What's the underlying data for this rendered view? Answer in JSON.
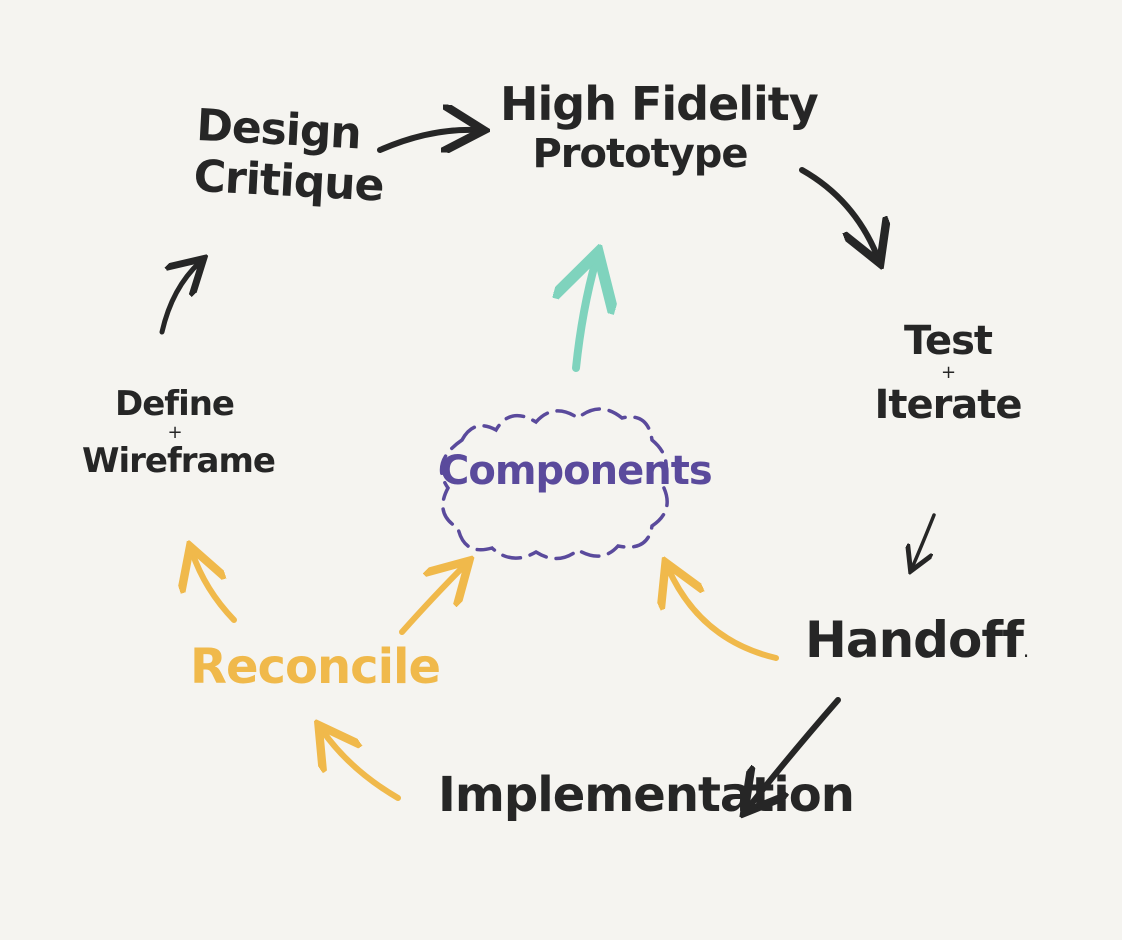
{
  "diagram": {
    "nodes": {
      "design_critique": {
        "line1": "Design",
        "line2": "Critique"
      },
      "high_fidelity": {
        "line1": "High Fidelity",
        "line2": "Prototype"
      },
      "test_iterate": {
        "line1": "Test",
        "plus": "+",
        "line2": "Iterate"
      },
      "handoff": {
        "label": "Handoff",
        "dot": "."
      },
      "implementation": {
        "label": "Implementation"
      },
      "reconcile": {
        "label": "Reconcile"
      },
      "define_wireframe": {
        "line1": "Define",
        "plus": "+",
        "line2": "Wireframe"
      },
      "components": {
        "label": "Components"
      }
    },
    "colors": {
      "background": "#f5f4f0",
      "ink": "#262626",
      "reconcile": "#f0b94b",
      "components": "#5a4a9c",
      "prototype_arrow": "#7fd3bd"
    }
  }
}
